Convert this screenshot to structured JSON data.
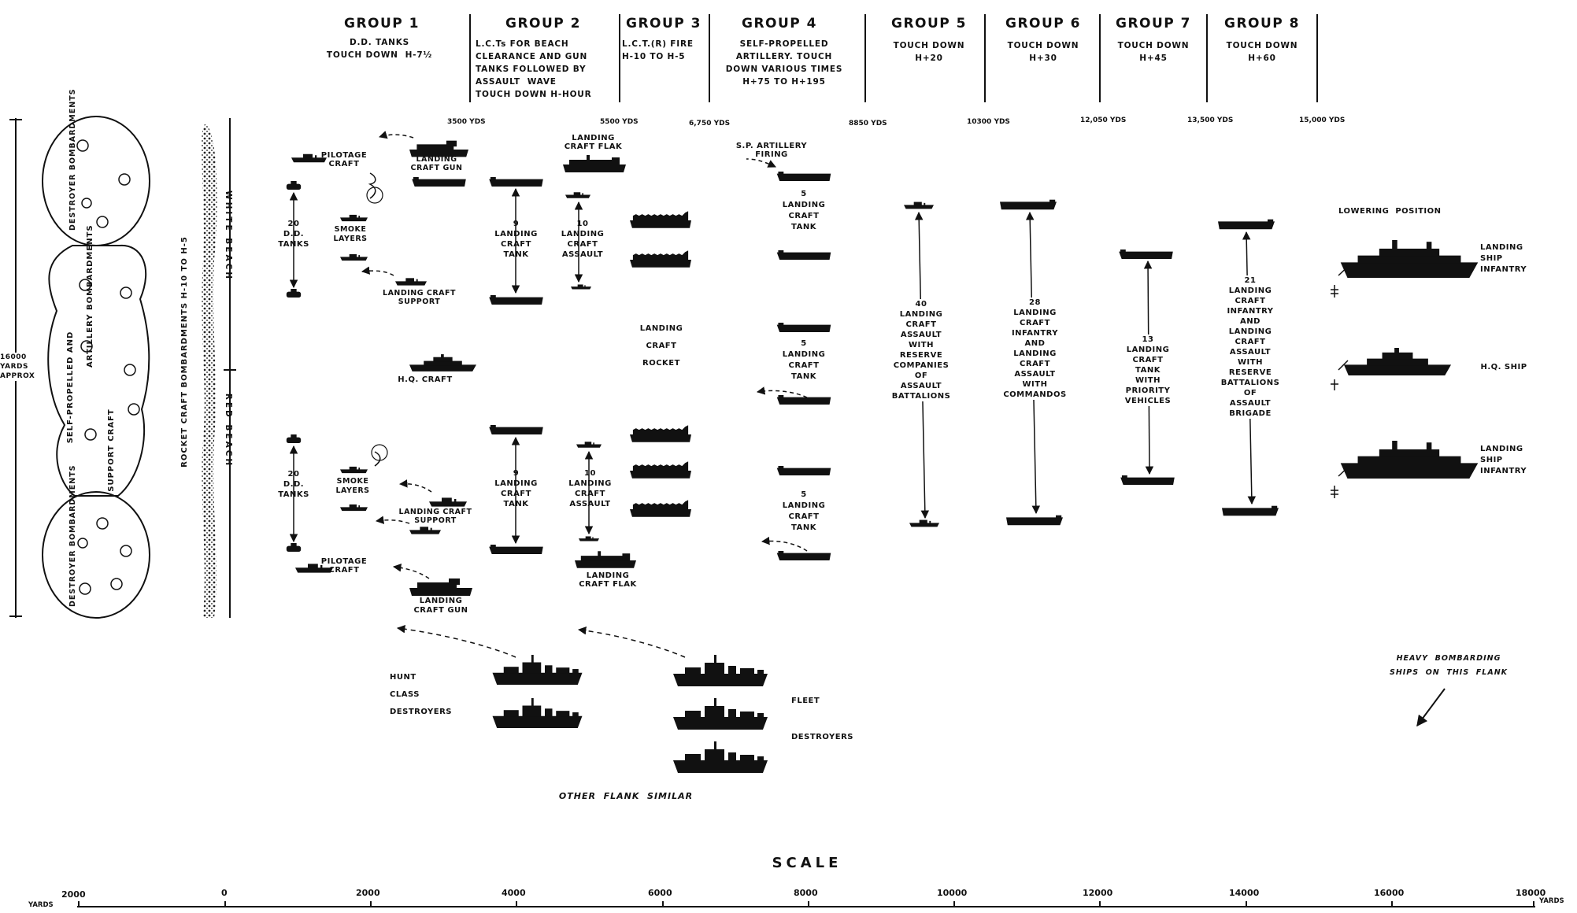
{
  "groups": [
    {
      "name": "GROUP 1",
      "desc": "D.D. TANKS\nTOUCH DOWN  H-7½"
    },
    {
      "name": "GROUP 2",
      "desc": "L.C.Ts FOR BEACH\nCLEARANCE AND GUN\nTANKS FOLLOWED BY\nASSAULT  WAVE\nTOUCH DOWN H-HOUR"
    },
    {
      "name": "GROUP 3",
      "desc": "L.C.T.(R) FIRE\nH-10 TO H-5"
    },
    {
      "name": "GROUP 4",
      "desc": "SELF-PROPELLED\nARTILLERY. TOUCH\nDOWN VARIOUS TIMES\nH+75 TO H+195"
    },
    {
      "name": "GROUP 5",
      "desc": "TOUCH DOWN\nH+20"
    },
    {
      "name": "GROUP 6",
      "desc": "TOUCH DOWN\nH+30"
    },
    {
      "name": "GROUP 7",
      "desc": "TOUCH DOWN\nH+45"
    },
    {
      "name": "GROUP 8",
      "desc": "TOUCH DOWN\nH+60"
    }
  ],
  "distances": [
    "3500 YDS",
    "5500 YDS",
    "6,750 YDS",
    "8850 YDS",
    "10300 YDS",
    "12,050 YDS",
    "13,500 YDS",
    "15,000 YDS"
  ],
  "left_zone": {
    "width_label": "16000\nYARDS\nAPPROX",
    "destroyer_top": "DESTROYER\nBOMBARDMENTS",
    "artillery": "ARTILLERY  BOMBARDMENTS",
    "self_propelled": "SELF-PROPELLED   AND",
    "support": "SUPPORT   CRAFT",
    "destroyer_bottom": "DESTROYER\nBOMBARDMENTS",
    "rocket_craft": "ROCKET  CRAFT  BOMBARDMENTS  H-10  TO  H-5",
    "white_beach": "WHITE   BEACH",
    "red_beach": "RED   BEACH"
  },
  "labels": {
    "pilotage_top": "PILOTAGE\nCRAFT",
    "pilotage_bottom": "PILOTAGE\nCRAFT",
    "dd_tanks_top": "20\nD.D.\nTANKS",
    "dd_tanks_bottom": "20\nD.D.\nTANKS",
    "smoke_top": "SMOKE\nLAYERS",
    "smoke_bottom": "SMOKE\nLAYERS",
    "lcg_top": "LANDING\nCRAFT GUN",
    "lcg_bottom": "LANDING\nCRAFT GUN",
    "lcs_top": "LANDING CRAFT\nSUPPORT",
    "lcs_bottom": "LANDING CRAFT\nSUPPORT",
    "hq_craft": "H.Q. CRAFT",
    "lct_top": "9\nLANDING\nCRAFT\nTANK",
    "lct_bottom": "9\nLANDING\nCRAFT\nTANK",
    "lca_top": "10\nLANDING\nCRAFT\nASSAULT",
    "lca_bottom": "10\nLANDING\nCRAFT\nASSAULT",
    "lcf_top": "LANDING\nCRAFT FLAK",
    "lcf_bottom": "LANDING\nCRAFT FLAK",
    "lcr": "LANDING\n\nCRAFT\n\nROCKET",
    "sp_artillery": "S.P. ARTILLERY\nFIRING",
    "g4_lct1": "5\nLANDING\nCRAFT\nTANK",
    "g4_lct2": "5\nLANDING\nCRAFT\nTANK",
    "g4_lct3": "5\nLANDING\nCRAFT\nTANK",
    "g5": "40\nLANDING\nCRAFT\nASSAULT\nWITH\nRESERVE\nCOMPANIES\nOF\nASSAULT\nBATTALIONS",
    "g6": "28\nLANDING\nCRAFT\nINFANTRY\nAND\nLANDING\nCRAFT\nASSAULT\nWITH\nCOMMANDOS",
    "g7": "13\nLANDING\nCRAFT\nTANK\nWITH\nPRIORITY\nVEHICLES",
    "g8": "21\nLANDING\nCRAFT\nINFANTRY\nAND\nLANDING\nCRAFT\nASSAULT\nWITH\nRESERVE\nBATTALIONS\nOF\nASSAULT\nBRIGADE",
    "lowering": "LOWERING  POSITION",
    "lsi_top": "LANDING\nSHIP\nINFANTRY",
    "hq_ship": "H.Q. SHIP",
    "lsi_bottom": "LANDING\nSHIP\nINFANTRY",
    "hunt": "HUNT\n\nCLASS\n\nDESTROYERS",
    "fleet": "FLEET",
    "destroyers": "DESTROYERS",
    "other_flank": "OTHER  FLANK  SIMILAR",
    "heavy": "HEAVY  BOMBARDING\nSHIPS  ON  THIS  FLANK"
  },
  "scale": {
    "title": "SCALE",
    "unit_left": "YARDS",
    "unit_right": "YARDS",
    "ticks": [
      "2000",
      "0",
      "2000",
      "4000",
      "6000",
      "8000",
      "10000",
      "12000",
      "14000",
      "16000",
      "18000"
    ]
  }
}
